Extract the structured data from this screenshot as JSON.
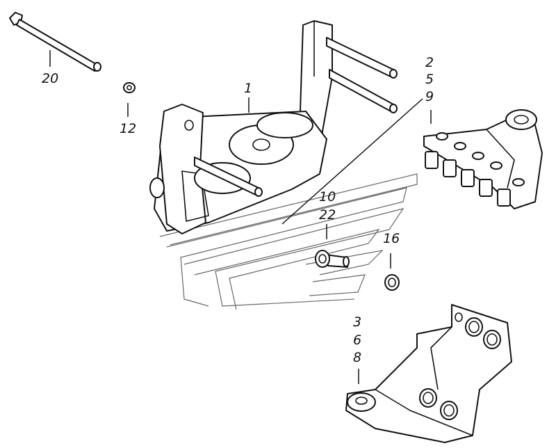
{
  "callouts": {
    "c20": "20",
    "c12": "12",
    "c1": "1",
    "c2": "2",
    "c5": "5",
    "c9": "9",
    "c10": "10",
    "c22": "22",
    "c16": "16",
    "c3": "3",
    "c6": "6",
    "c8": "8"
  },
  "icons": [
    "bolt",
    "washer",
    "bracket-assembly",
    "plate-with-studs",
    "flange-bolt",
    "ring-washer",
    "support-bracket",
    "watermark-logo"
  ]
}
